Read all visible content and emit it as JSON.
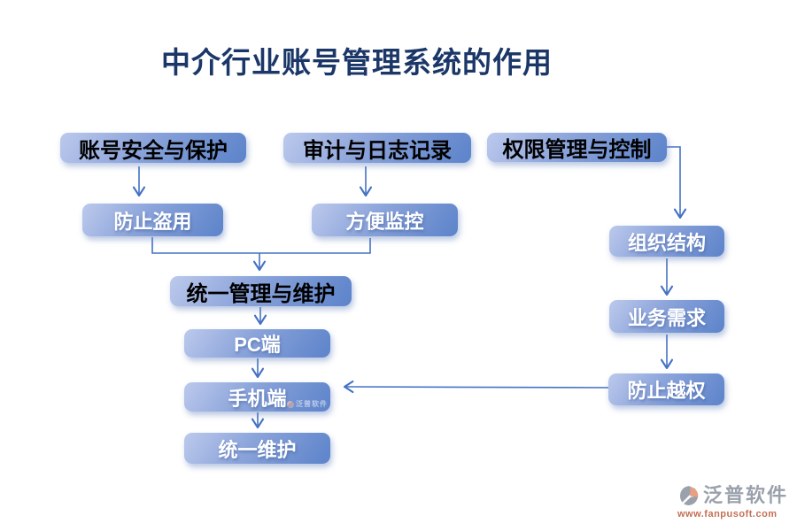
{
  "title": "中介行业账号管理系统的作用",
  "nodes": {
    "account_security": "账号安全与保护",
    "audit_logging": "审计与日志记录",
    "permission_control": "权限管理与控制",
    "prevent_theft": "防止盗用",
    "easy_monitoring": "方便监控",
    "unified_management": "统一管理与维护",
    "pc_client": "PC端",
    "mobile_client": "手机端",
    "unified_maintenance": "统一维护",
    "org_structure": "组织结构",
    "business_needs": "业务需求",
    "prevent_overreach": "防止越权"
  },
  "edges": [
    {
      "from": "账号安全与保护",
      "to": "防止盗用"
    },
    {
      "from": "审计与日志记录",
      "to": "方便监控"
    },
    {
      "from": "防止盗用",
      "to": "统一管理与维护"
    },
    {
      "from": "方便监控",
      "to": "统一管理与维护"
    },
    {
      "from": "统一管理与维护",
      "to": "PC端"
    },
    {
      "from": "PC端",
      "to": "手机端"
    },
    {
      "from": "手机端",
      "to": "统一维护"
    },
    {
      "from": "权限管理与控制",
      "to": "组织结构"
    },
    {
      "from": "组织结构",
      "to": "业务需求"
    },
    {
      "from": "业务需求",
      "to": "防止越权"
    },
    {
      "from": "防止越权",
      "to": "手机端"
    }
  ],
  "watermark": {
    "text": "泛普软件"
  },
  "logo": {
    "name": "泛普软件",
    "url": "www.fanpusoft.com"
  },
  "colors": {
    "title": "#1b3768",
    "arrow": "#4472c4",
    "box_gradient_light": "#bcc9ec",
    "box_gradient_dark": "#5c83ca",
    "logo_gray": "#9aa1ac",
    "logo_salmon": "#e8a083",
    "logo_url_red": "#c47056"
  }
}
